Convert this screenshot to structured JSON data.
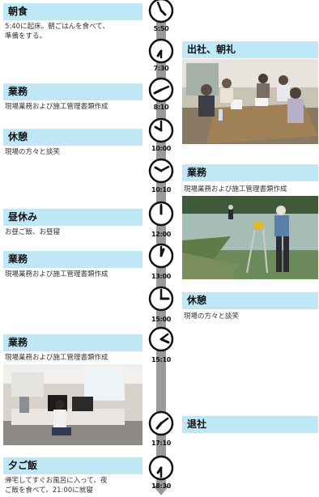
{
  "events": {
    "breakfast": {
      "title": "朝食",
      "desc_line1": "5:40に起床。朝ごはんを食べて、",
      "desc_line2": "準備をする。"
    },
    "arrival": {
      "title": "出社、朝礼"
    },
    "work1": {
      "title": "業務",
      "desc": "現場業務および施工管理書類作成"
    },
    "rest1": {
      "title": "休憩",
      "desc": "現場の方々と談笑"
    },
    "work2": {
      "title": "業務",
      "desc": "現場業務および施工管理書類作成"
    },
    "lunch": {
      "title": "昼休み",
      "desc": "お昼ご飯、お昼寝"
    },
    "work3": {
      "title": "業務",
      "desc": "現場業務および施工管理書類作成"
    },
    "rest2": {
      "title": "休憩",
      "desc": "現場の方々と談笑"
    },
    "work4": {
      "title": "業務",
      "desc": "現場業務および施工管理書類作成"
    },
    "leave": {
      "title": "退社"
    },
    "dinner": {
      "title": "夕ご飯",
      "desc_line1": "帰宅してすぐお風呂に入って、夜",
      "desc_line2": "ご飯を食べて、21:00に就寝"
    }
  },
  "times": [
    "5:50",
    "7:30",
    "8:10",
    "10:00",
    "10:10",
    "12:00",
    "13:00",
    "15:00",
    "15:10",
    "17:10",
    "18:30"
  ],
  "colors": {
    "label_bg": "#bfe7f5",
    "timeline": "#9a9a9a"
  },
  "icons": [
    "clock-icon"
  ]
}
